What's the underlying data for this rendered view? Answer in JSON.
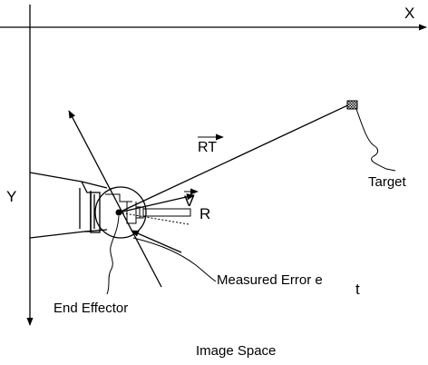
{
  "axes": {
    "x_label": "X",
    "y_label": "Y"
  },
  "vectors": {
    "rt_label": "RT",
    "v_label_main": "V",
    "v_label_sub": "R"
  },
  "labels": {
    "target": "Target",
    "measured_error": "Measured Error e",
    "measured_error_sub": "t",
    "end_effector": "End Effector",
    "caption": "Image Space"
  }
}
